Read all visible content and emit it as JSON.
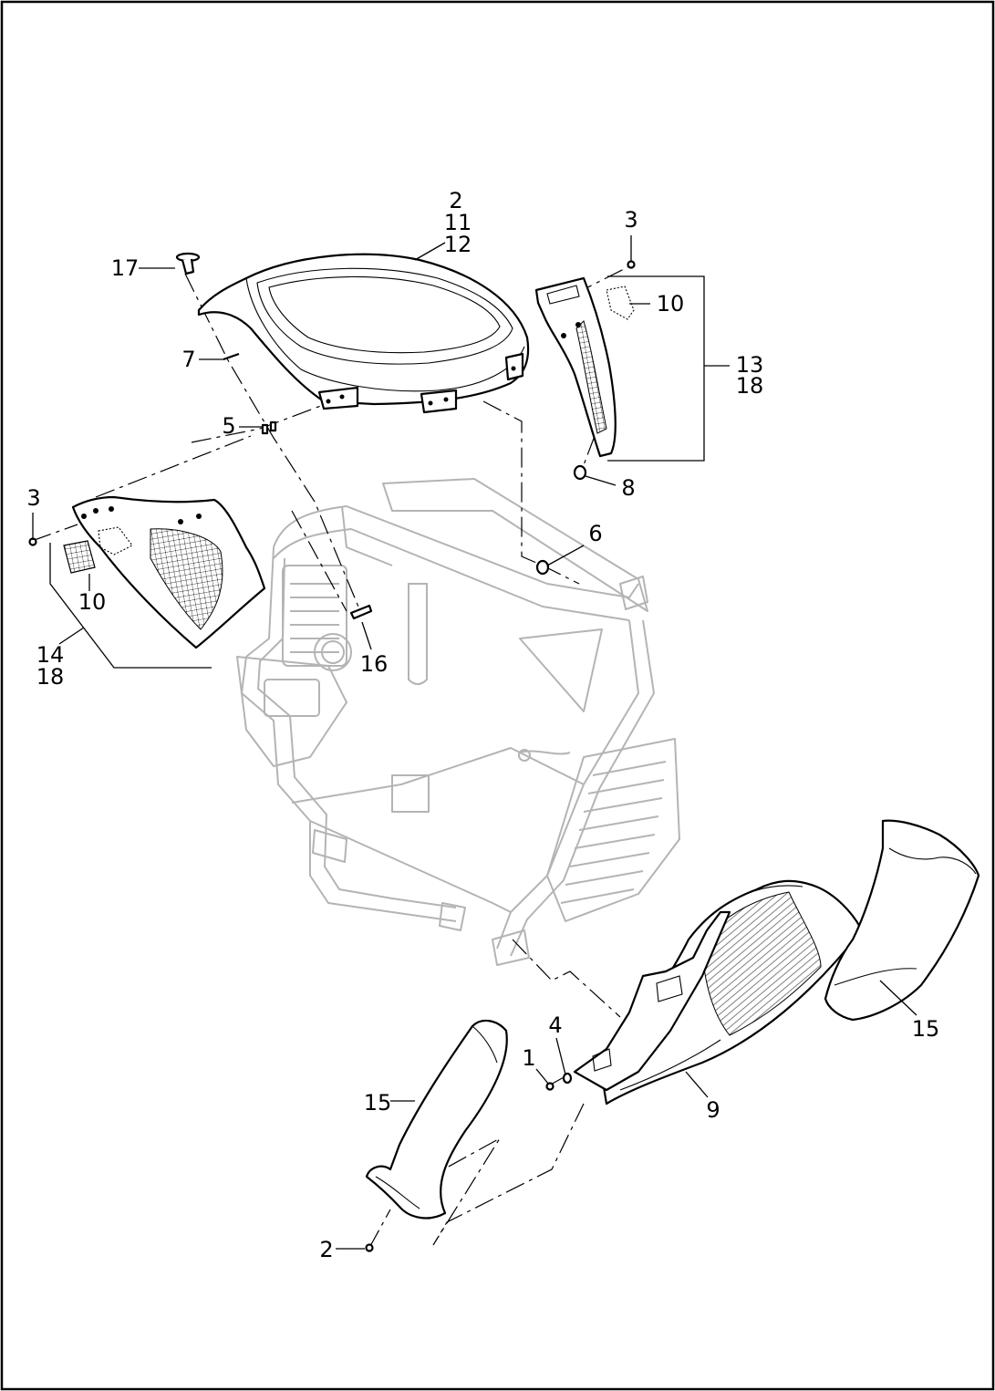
{
  "diagram": {
    "callouts": [
      {
        "id": "c2-top",
        "text": "2"
      },
      {
        "id": "c11",
        "text": "11"
      },
      {
        "id": "c12",
        "text": "12"
      },
      {
        "id": "c17",
        "text": "17"
      },
      {
        "id": "c3-right",
        "text": "3"
      },
      {
        "id": "c10-right",
        "text": "10"
      },
      {
        "id": "c13",
        "text": "13"
      },
      {
        "id": "c18-right",
        "text": "18"
      },
      {
        "id": "c7",
        "text": "7"
      },
      {
        "id": "c5",
        "text": "5"
      },
      {
        "id": "c8",
        "text": "8"
      },
      {
        "id": "c3-left",
        "text": "3"
      },
      {
        "id": "c6",
        "text": "6"
      },
      {
        "id": "c10-left",
        "text": "10"
      },
      {
        "id": "c14",
        "text": "14"
      },
      {
        "id": "c18-left",
        "text": "18"
      },
      {
        "id": "c16",
        "text": "16"
      },
      {
        "id": "c4",
        "text": "4"
      },
      {
        "id": "c1",
        "text": "1"
      },
      {
        "id": "c15-right",
        "text": "15"
      },
      {
        "id": "c15-left",
        "text": "15"
      },
      {
        "id": "c9",
        "text": "9"
      },
      {
        "id": "c2-bottom",
        "text": "2"
      }
    ]
  }
}
